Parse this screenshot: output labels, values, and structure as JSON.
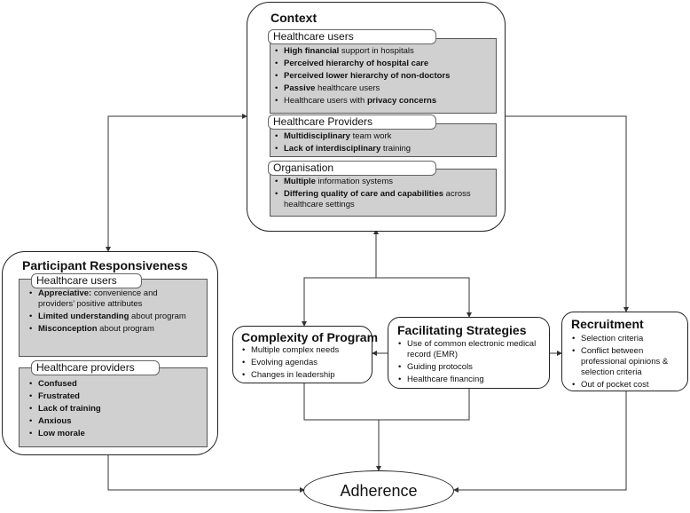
{
  "context": {
    "title": "Context",
    "groups": [
      {
        "label": "Healthcare users",
        "items": [
          [
            {
              "b": "High financial"
            },
            {
              "t": " support in hospitals"
            }
          ],
          [
            {
              "b": "Perceived hierarchy of hospital care"
            }
          ],
          [
            {
              "b": "Perceived lower hierarchy of non-doctors"
            }
          ],
          [
            {
              "b": "Passive"
            },
            {
              "t": " healthcare users"
            }
          ],
          [
            {
              "t": "Healthcare users with "
            },
            {
              "b": "privacy concerns"
            }
          ]
        ]
      },
      {
        "label": "Healthcare Providers",
        "items": [
          [
            {
              "b": "Multidisciplinary"
            },
            {
              "t": " team work"
            }
          ],
          [
            {
              "b": "Lack of interdisciplinary"
            },
            {
              "t": " training"
            }
          ]
        ]
      },
      {
        "label": "Organisation",
        "items": [
          [
            {
              "b": "Multiple"
            },
            {
              "t": " information systems"
            }
          ],
          [
            {
              "b": "Differing quality of care and capabilities"
            },
            {
              "t": " across healthcare settings"
            }
          ]
        ]
      }
    ]
  },
  "participant": {
    "title": "Participant Responsiveness",
    "groups": [
      {
        "label": "Healthcare users",
        "items": [
          [
            {
              "b": "Appreciative:"
            },
            {
              "t": " convenience and providers’ positive attributes"
            }
          ],
          [
            {
              "b": "Limited understanding"
            },
            {
              "t": " about program"
            }
          ],
          [
            {
              "b": "Misconception"
            },
            {
              "t": " about program"
            }
          ]
        ]
      },
      {
        "label": "Healthcare providers",
        "items": [
          [
            {
              "b": "Confused"
            }
          ],
          [
            {
              "b": "Frustrated"
            }
          ],
          [
            {
              "b": "Lack of training"
            }
          ],
          [
            {
              "b": "Anxious"
            }
          ],
          [
            {
              "b": "Low morale"
            }
          ]
        ]
      }
    ]
  },
  "complexity": {
    "title": "Complexity of Program",
    "items": [
      "Multiple complex needs",
      "Evolving agendas",
      "Changes in leadership"
    ]
  },
  "facilitating": {
    "title": "Facilitating Strategies",
    "items": [
      "Use of common electronic medical record (EMR)",
      "Guiding protocols",
      "Healthcare financing"
    ]
  },
  "recruitment": {
    "title": "Recruitment",
    "items": [
      "Selection criteria",
      "Conflict between professional opinions & selection criteria",
      "Out of pocket cost"
    ]
  },
  "outcome": {
    "label": "Adherence"
  }
}
